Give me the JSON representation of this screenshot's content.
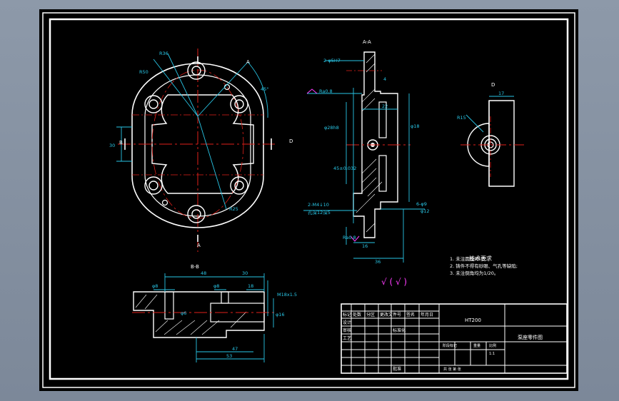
{
  "drawing": {
    "view_aa": "A-A",
    "view_bb": "B-B",
    "view_d": "D",
    "section_letters": {
      "a_top": "A",
      "a_bottom": "A",
      "b": "B",
      "d": "D"
    },
    "front_dims": {
      "r50": "R50",
      "r36": "R36",
      "angle45": "45°",
      "r25": "R25",
      "dim30": "30"
    },
    "aa_dims": {
      "hole": "2-φ5H7",
      "rough1": "Ra0.8",
      "rough2": "Ra0.8",
      "d28": "φ28h8",
      "d45": "45±0.032",
      "d22": "22",
      "d4": "4",
      "d18": "φ18",
      "thread": "2-M4↓10",
      "thread_note": "孔深12深5",
      "d6": "6-φ9",
      "d12": "φ12",
      "d16": "16",
      "d36": "36"
    },
    "bb_dims": {
      "d48": "48",
      "d30": "30",
      "d8a": "φ8",
      "d8b": "φ8",
      "d18": "18",
      "m18": "M18x1.5",
      "d16": "φ16",
      "d6": "φ6",
      "d47": "47",
      "d53": "53"
    },
    "d_dims": {
      "r15": "R15",
      "d17": "17"
    },
    "roughness_symbol": "√ ( √ )"
  },
  "notes": {
    "title": "技术要求",
    "items": [
      "1. 未注圆角R3-5;",
      "2. 铸件不得有砂眼、气孔等缺陷;",
      "3. 未注倒角均为1/20。"
    ]
  },
  "title_block": {
    "material": "HT200",
    "part_name": "泵座零件图",
    "rows": [
      "标记",
      "设计",
      "审核",
      "工艺"
    ],
    "cols": [
      "处数",
      "分区",
      "更改文件号",
      "签名",
      "年月日"
    ],
    "labels2": [
      "标准化",
      "批准"
    ],
    "stage": "阶段标记",
    "weight": "重量",
    "scale": "比例",
    "sheet": "共 张 第 张",
    "dots": "1:1"
  }
}
